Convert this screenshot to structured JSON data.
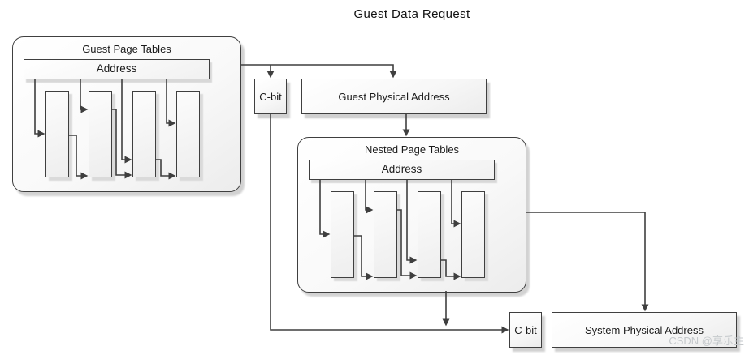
{
  "title": "Guest Data Request",
  "guest_page_tables": {
    "title": "Guest Page Tables",
    "address_label": "Address",
    "columns": 4
  },
  "nested_page_tables": {
    "title": "Nested Page Tables",
    "address_label": "Address",
    "columns": 4
  },
  "c_bit_top": {
    "label": "C-bit"
  },
  "guest_physical_address": {
    "label": "Guest Physical Address"
  },
  "c_bit_bottom": {
    "label": "C-bit"
  },
  "system_physical_address": {
    "label": "System Physical Address"
  },
  "watermark": "CSDN @享乐主",
  "edges": [
    {
      "from": "guest-page-tables",
      "to": "c-bit-top"
    },
    {
      "from": "guest-page-tables",
      "to": "guest-physical-address"
    },
    {
      "from": "guest-physical-address",
      "to": "nested-page-tables"
    },
    {
      "from": "c-bit-top",
      "to": "c-bit-bottom"
    },
    {
      "from": "nested-page-tables",
      "to": "c-bit-bottom-path"
    },
    {
      "from": "nested-page-tables",
      "to": "system-physical-address"
    }
  ],
  "colors": {
    "line": "#3f3f3f",
    "text": "#1b1b1b",
    "box_shadow": "#d2d2d2",
    "watermark": "#c5c9cc",
    "background": "#ffffff"
  }
}
